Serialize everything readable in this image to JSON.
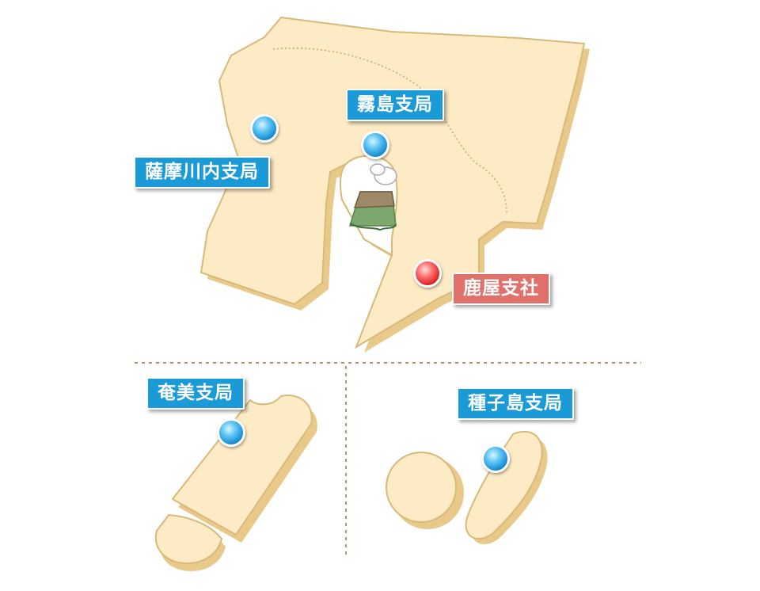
{
  "map": {
    "colors": {
      "land": "#fdebc6",
      "land_border": "#d9b979",
      "branch": "#1a9ad6",
      "hq": "#e0706a",
      "divider": "#b8926a"
    },
    "icons": {
      "volcano": "volcano-icon",
      "pin": "location-pin-icon"
    }
  },
  "offices": {
    "kirishima": {
      "label": "霧島支局",
      "type": "branch"
    },
    "satsumasendai": {
      "label": "薩摩川内支局",
      "type": "branch"
    },
    "kanoya": {
      "label": "鹿屋支社",
      "type": "hq"
    },
    "amami": {
      "label": "奄美支局",
      "type": "branch"
    },
    "tanegashima": {
      "label": "種子島支局",
      "type": "branch"
    }
  }
}
